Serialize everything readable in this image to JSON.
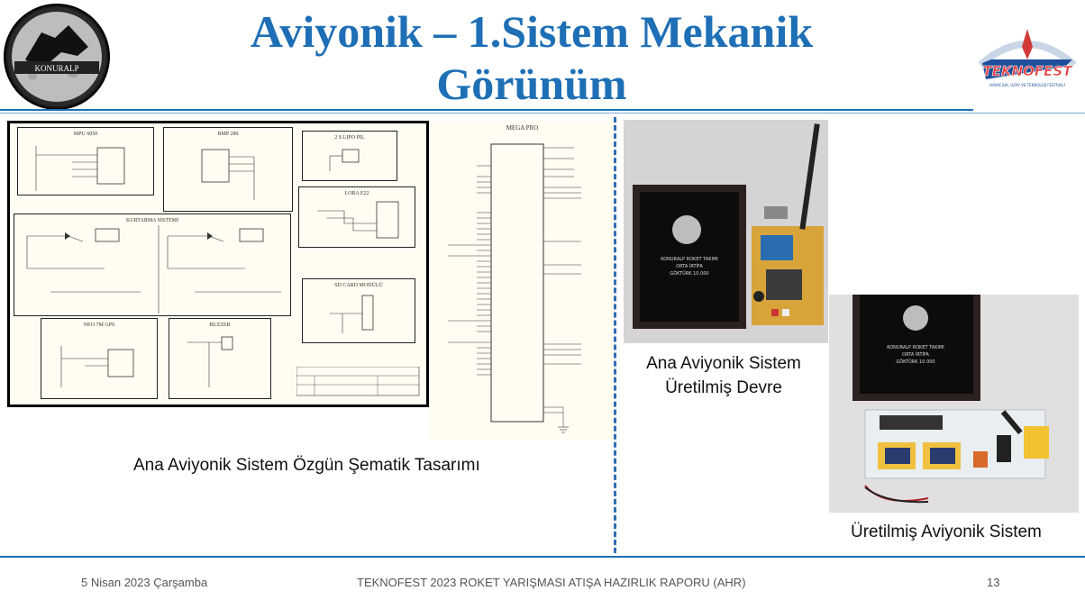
{
  "header": {
    "title_line1": "Aviyonik – 1.Sistem Mekanik",
    "title_line2": "Görünüm",
    "left_logo_text": "KONURALP",
    "right_logo_text": "TEKNOFEST",
    "right_logo_subtext": "HAVACILIK, UZAY VE TEKNOLOJİ FESTİVALİ"
  },
  "schematic": {
    "blocks": {
      "mpu": "MPU 6050",
      "bmp": "BMP 280",
      "lipo": "2 S LIPO PIL",
      "lora": "LORA E22",
      "kurtarma": "KURTARMA SİSTEMİ",
      "sdcard": "SD CARD MODÜLÜ",
      "gps": "NEO 7M GPS",
      "buzzer": "BUZZER"
    },
    "mega_title": "MEGA PRO",
    "caption": "Ana Aviyonik Sistem Özgün Şematik Tasarımı"
  },
  "photos": {
    "plaque_text": "KONURALP ROKET TAKIMI ORTA İRTİFA GÖKTÜRK 10.000",
    "caption1_line1": "Ana Aviyonik Sistem",
    "caption1_line2": "Üretilmiş Devre",
    "caption2": "Üretilmiş Aviyonik Sistem"
  },
  "footer": {
    "date": "5 Nisan 2023 Çarşamba",
    "report": "TEKNOFEST 2023 ROKET YARIŞMASI ATIŞA HAZIRLIK RAPORU (AHR)",
    "page": "13"
  },
  "colors": {
    "title_blue": "#1e6fb5",
    "divider_blue": "#2e6db5"
  }
}
